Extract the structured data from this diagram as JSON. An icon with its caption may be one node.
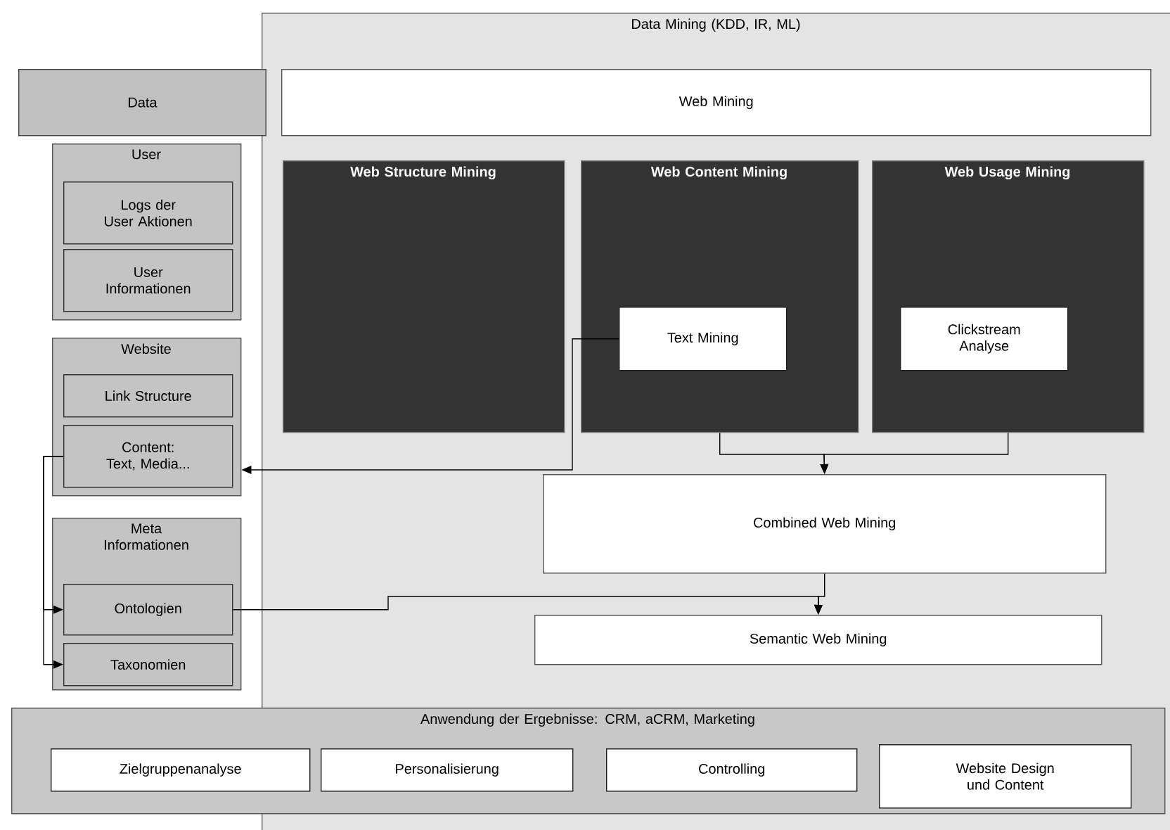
{
  "diagram": {
    "nodes": [
      {
        "text": [
          "Data Mining (KDD, IR, ML)"
        ]
      },
      {
        "text": [
          "Data"
        ]
      },
      {
        "text": [
          "User"
        ]
      },
      {
        "text": [
          "Logs der User Aktionen"
        ],
        "in": 2
      },
      {
        "text": [
          "User Informationen"
        ],
        "in": 2
      },
      {
        "text": [
          "Website"
        ]
      },
      {
        "text": [
          "Link Structure"
        ],
        "in": 5
      },
      {
        "text": [
          "Content: Text, Media..."
        ],
        "in": 5
      },
      {
        "text": [
          "Meta Informationen"
        ]
      },
      {
        "text": [
          "Ontologien"
        ],
        "in": 8
      },
      {
        "text": [
          "Taxonomien"
        ],
        "in": 8
      },
      {
        "text": [
          "Web Mining"
        ],
        "in": 0
      },
      {
        "text": [
          "Web Structure Mining"
        ],
        "in": 0
      },
      {
        "text": [
          "Web Content Mining"
        ],
        "in": 0
      },
      {
        "text": [
          "Web Usage Mining"
        ],
        "in": 0
      },
      {
        "text": [
          "Text Mining"
        ],
        "in": 13
      },
      {
        "text": [
          "Clickstream Analyse"
        ],
        "in": 14
      },
      {
        "text": [
          "Combined Web Mining"
        ],
        "in": 0
      },
      {
        "text": [
          "Semantic Web Mining"
        ],
        "in": 0
      },
      {
        "text": [
          "Anwendung der Ergebnisse: CRM, aCRM, Marketing"
        ]
      },
      {
        "text": [
          "Zielgruppenanalyse"
        ],
        "in": 19
      },
      {
        "text": [
          "Personalisierung"
        ]
      },
      {
        "text": [
          "Controlling"
        ]
      },
      {
        "text": [
          "Website Design und Content"
        ]
      }
    ],
    "edges": [
      {
        "from": 15,
        "to": 5,
        "arrow": "to"
      },
      {
        "from": 13,
        "to": 17,
        "arrow": "to"
      },
      {
        "from": 14,
        "to": 17,
        "arrow": "to"
      },
      {
        "from": 17,
        "to": 18,
        "arrow": "to"
      },
      {
        "from": 9,
        "to": 18,
        "arrow": "to"
      },
      {
        "from": 7,
        "to": 9,
        "arrow": "to"
      },
      {
        "from": 7,
        "to": 10,
        "arrow": "to"
      }
    ]
  }
}
